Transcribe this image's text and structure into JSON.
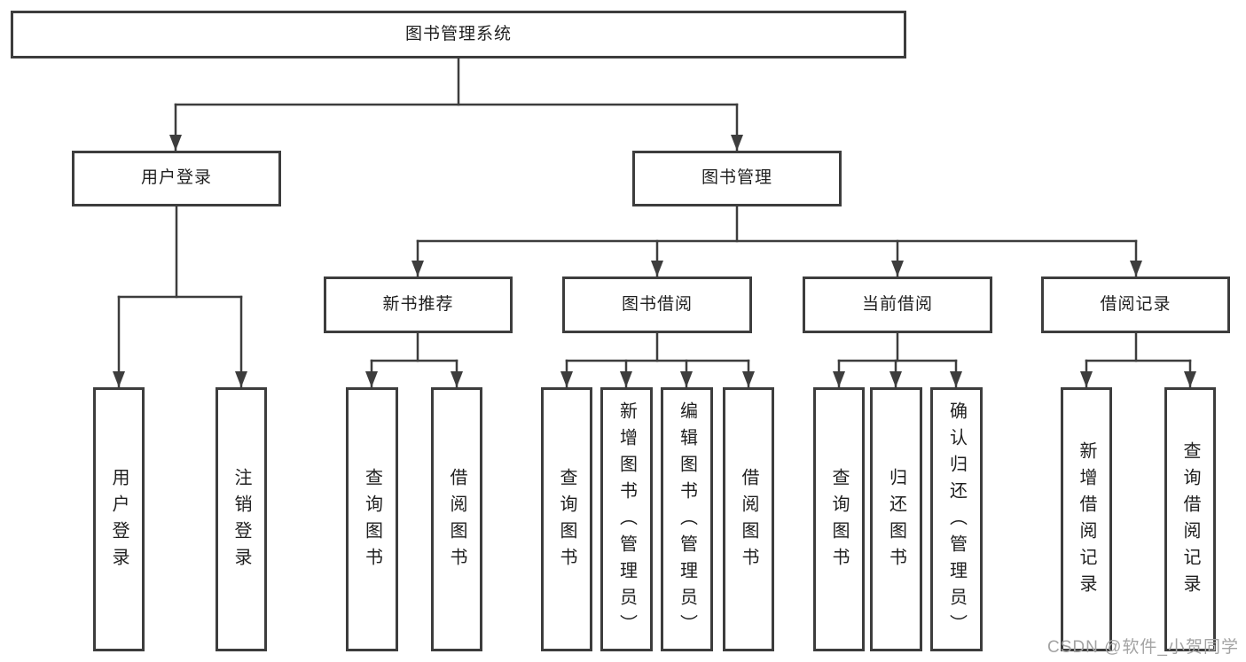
{
  "diagram": {
    "title": "图书管理系统",
    "colors": {
      "line": "#3d3d3d",
      "text": "#1f1f1f",
      "watermark": "#a3a3a3",
      "background": "#ffffff"
    },
    "tree": {
      "label": "图书管理系统",
      "children": [
        {
          "label": "用户登录",
          "children": [
            {
              "label": "用户登录"
            },
            {
              "label": "注销登录"
            }
          ]
        },
        {
          "label": "图书管理",
          "children": [
            {
              "label": "新书推荐",
              "children": [
                {
                  "label": "查询图书"
                },
                {
                  "label": "借阅图书"
                }
              ]
            },
            {
              "label": "图书借阅",
              "children": [
                {
                  "label": "查询图书"
                },
                {
                  "label": "新增图书（管理员）"
                },
                {
                  "label": "编辑图书（管理员）"
                },
                {
                  "label": "借阅图书"
                }
              ]
            },
            {
              "label": "当前借阅",
              "children": [
                {
                  "label": "查询图书"
                },
                {
                  "label": "归还图书"
                },
                {
                  "label": "确认归还（管理员）"
                }
              ]
            },
            {
              "label": "借阅记录",
              "children": [
                {
                  "label": "新增借阅记录"
                },
                {
                  "label": "查询借阅记录"
                }
              ]
            }
          ]
        }
      ]
    },
    "watermark": {
      "text": "CSDN @软件_小贺同学"
    }
  }
}
